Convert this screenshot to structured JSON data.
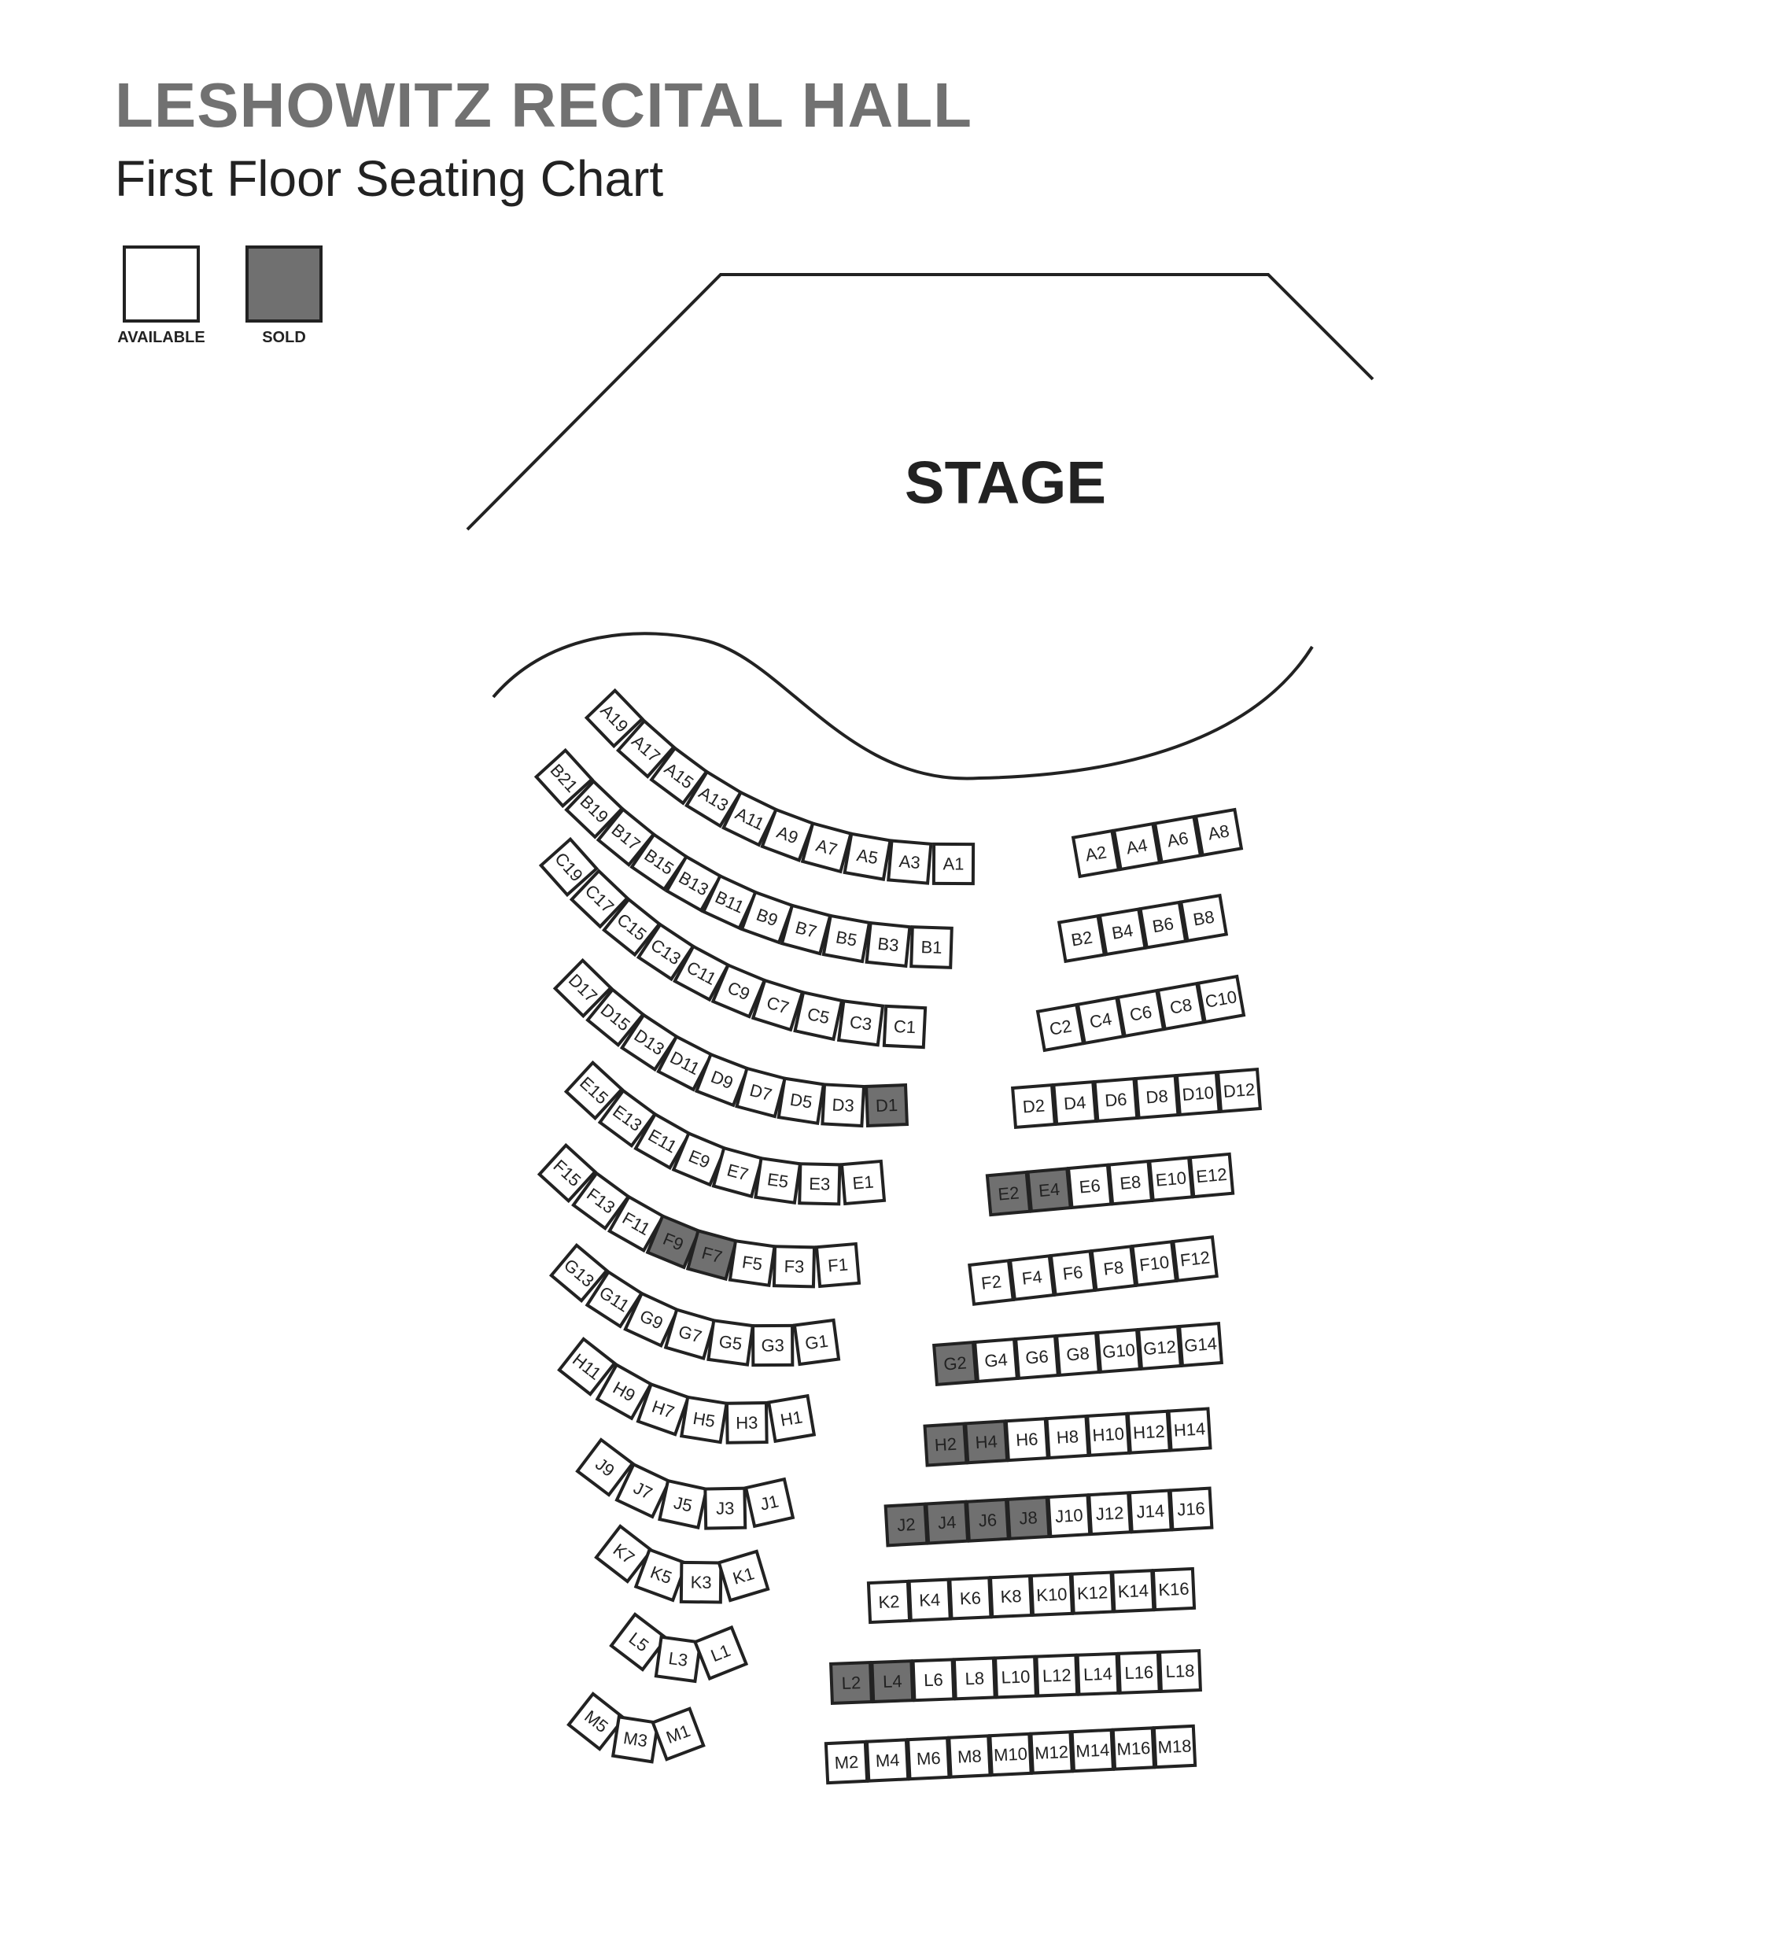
{
  "title": "LESHOWITZ RECITAL HALL",
  "subtitle": "First Floor Seating Chart",
  "stage_label": "STAGE",
  "legend": [
    {
      "label": "AVAILABLE",
      "status": "available",
      "color": "#ffffff"
    },
    {
      "label": "SOLD",
      "status": "sold",
      "color": "#707070"
    }
  ],
  "colors": {
    "available": "#ffffff",
    "sold": "#707070",
    "outline": "#222222"
  },
  "seats": {
    "left": {
      "A": {
        "labels": [
          "A19",
          "A17",
          "A15",
          "A13",
          "A11",
          "A9",
          "A7",
          "A5",
          "A3",
          "A1"
        ],
        "sold": []
      },
      "B": {
        "labels": [
          "B21",
          "B19",
          "B17",
          "B15",
          "B13",
          "B11",
          "B9",
          "B7",
          "B5",
          "B3",
          "B1"
        ],
        "sold": []
      },
      "C": {
        "labels": [
          "C19",
          "C17",
          "C15",
          "C13",
          "C11",
          "C9",
          "C7",
          "C5",
          "C3",
          "C1"
        ],
        "sold": []
      },
      "D": {
        "labels": [
          "D17",
          "D15",
          "D13",
          "D11",
          "D9",
          "D7",
          "D5",
          "D3",
          "D1"
        ],
        "sold": [
          "D1"
        ]
      },
      "E": {
        "labels": [
          "E15",
          "E13",
          "E11",
          "E9",
          "E7",
          "E5",
          "E3",
          "E1"
        ],
        "sold": []
      },
      "F": {
        "labels": [
          "F15",
          "F13",
          "F11",
          "F9",
          "F7",
          "F5",
          "F3",
          "F1"
        ],
        "sold": [
          "F9",
          "F7"
        ]
      },
      "G": {
        "labels": [
          "G13",
          "G11",
          "G9",
          "G7",
          "G5",
          "G3",
          "G1"
        ],
        "sold": []
      },
      "H": {
        "labels": [
          "H11",
          "H9",
          "H7",
          "H5",
          "H3",
          "H1"
        ],
        "sold": []
      },
      "J": {
        "labels": [
          "J9",
          "J7",
          "J5",
          "J3",
          "J1"
        ],
        "sold": []
      },
      "K": {
        "labels": [
          "K7",
          "K5",
          "K3",
          "K1"
        ],
        "sold": []
      },
      "L": {
        "labels": [
          "L5",
          "L3",
          "L1"
        ],
        "sold": []
      },
      "M": {
        "labels": [
          "M5",
          "M3",
          "M1"
        ],
        "sold": []
      }
    },
    "right": {
      "A": {
        "labels": [
          "A2",
          "A4",
          "A6",
          "A8"
        ],
        "sold": []
      },
      "B": {
        "labels": [
          "B2",
          "B4",
          "B6",
          "B8"
        ],
        "sold": []
      },
      "C": {
        "labels": [
          "C2",
          "C4",
          "C6",
          "C8",
          "C10"
        ],
        "sold": []
      },
      "D": {
        "labels": [
          "D2",
          "D4",
          "D6",
          "D8",
          "D10",
          "D12"
        ],
        "sold": []
      },
      "E": {
        "labels": [
          "E2",
          "E4",
          "E6",
          "E8",
          "E10",
          "E12"
        ],
        "sold": [
          "E2",
          "E4"
        ]
      },
      "F": {
        "labels": [
          "F2",
          "F4",
          "F6",
          "F8",
          "F10",
          "F12"
        ],
        "sold": []
      },
      "G": {
        "labels": [
          "G2",
          "G4",
          "G6",
          "G8",
          "G10",
          "G12",
          "G14"
        ],
        "sold": [
          "G2"
        ]
      },
      "H": {
        "labels": [
          "H2",
          "H4",
          "H6",
          "H8",
          "H10",
          "H12",
          "H14"
        ],
        "sold": [
          "H2",
          "H4"
        ]
      },
      "J": {
        "labels": [
          "J2",
          "J4",
          "J6",
          "J8",
          "J10",
          "J12",
          "J14",
          "J16"
        ],
        "sold": [
          "J2",
          "J4",
          "J6",
          "J8"
        ]
      },
      "K": {
        "labels": [
          "K2",
          "K4",
          "K6",
          "K8",
          "K10",
          "K12",
          "K14",
          "K16"
        ],
        "sold": []
      },
      "L": {
        "labels": [
          "L2",
          "L4",
          "L6",
          "L8",
          "L10",
          "L12",
          "L14",
          "L16",
          "L18"
        ],
        "sold": [
          "L2",
          "L4"
        ]
      },
      "M": {
        "labels": [
          "M2",
          "M4",
          "M6",
          "M8",
          "M10",
          "M12",
          "M14",
          "M16",
          "M18"
        ],
        "sold": []
      }
    }
  }
}
